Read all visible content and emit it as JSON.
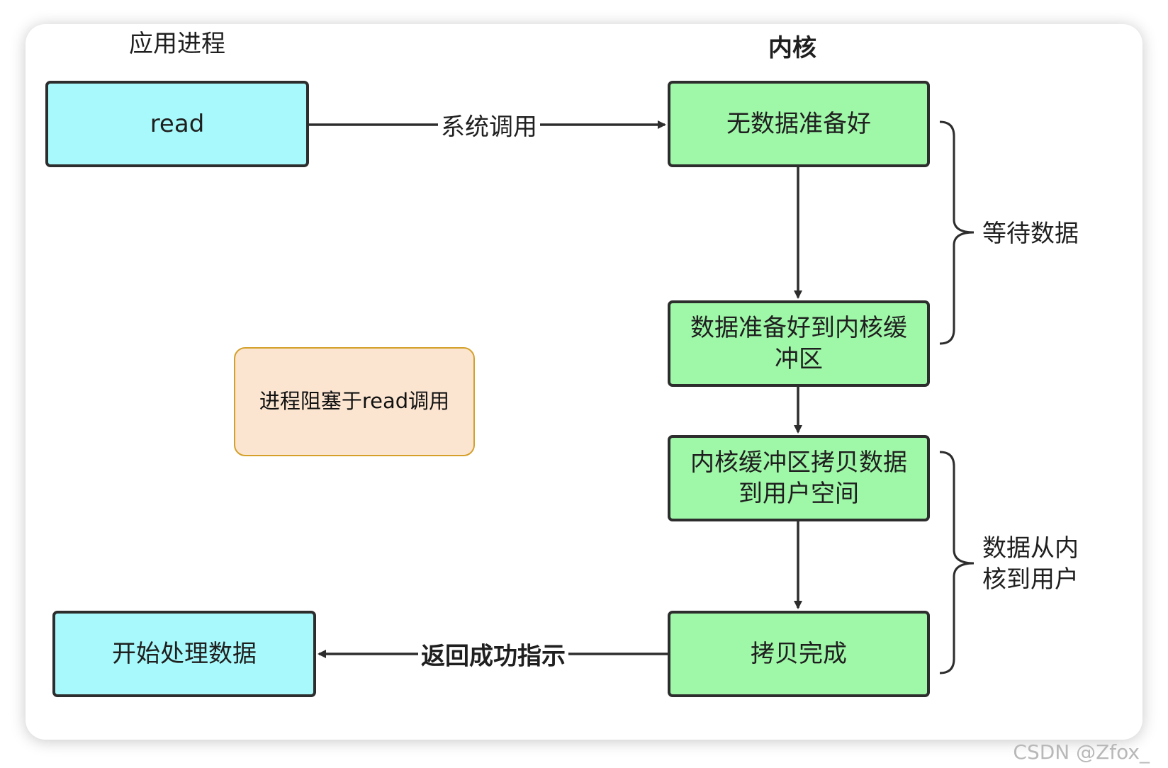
{
  "columns": {
    "app_process": "应用进程",
    "kernel": "内核"
  },
  "nodes": {
    "read": "read",
    "no_data_ready": "无数据准备好",
    "data_ready_to_buffer": "数据准备好到内核缓冲区",
    "copy_to_user": "内核缓冲区拷贝数据到用户空间",
    "copy_done": "拷贝完成",
    "process_data": "开始处理数据",
    "blocked_note": "进程阻塞于read调用"
  },
  "edges": {
    "syscall": "系统调用",
    "return_success": "返回成功指示"
  },
  "braces": {
    "wait_data": "等待数据",
    "data_kernel_to_user": "数据从内核到用户"
  },
  "watermark": "CSDN @Zfox_",
  "colors": {
    "app_box": "#a8f9fb",
    "kernel_box": "#9ff7a8",
    "note_box": "#fbe5d1",
    "note_border": "#d4a02a",
    "stroke": "#2d2d2d"
  }
}
